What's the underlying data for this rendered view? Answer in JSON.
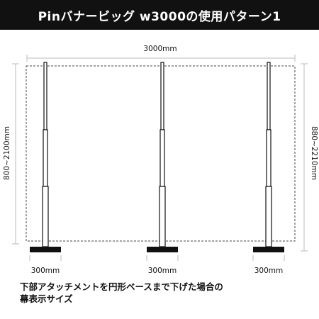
{
  "header": {
    "title": "Pinバナービッグ w3000の使用パターン1"
  },
  "dimensions": {
    "width": "3000mm",
    "left_height": "800~2100mm",
    "right_height": "880~2210mm",
    "base_left": "300mm",
    "base_center": "300mm",
    "base_right": "300mm"
  },
  "caption": {
    "line1": "下部アタッチメントを円形ベースまで下げた場合の",
    "line2": "幕表示サイズ"
  },
  "colors": {
    "title_background": "#111111",
    "title_text": "#ffffff",
    "dimension_line": "#bbbbbb",
    "pole": "#111111",
    "banner_outline": "#444444"
  }
}
